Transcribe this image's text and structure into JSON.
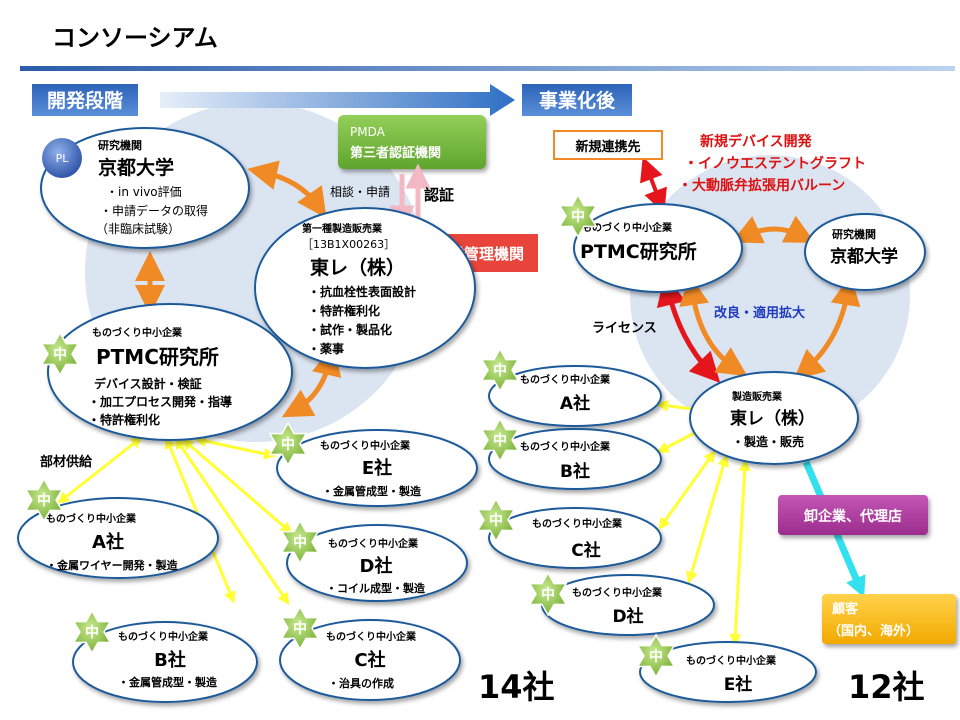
{
  "title": "コンソーシアム",
  "phases": {
    "dev": "開発段階",
    "post": "事業化後"
  },
  "pmda": {
    "line1": "PMDA",
    "line2": "第三者認証機関"
  },
  "labels": {
    "consult": "相談・申請",
    "certify": "認証",
    "mgmt": "事業管理機関",
    "materials": "部材供給",
    "license": "ライセンス",
    "improve": "改良・適用拡大",
    "new_partner": "新規連携先",
    "wholesale": "卸企業、代理店",
    "cust1": "顧客",
    "cust2": "（国内、海外）",
    "count_dev": "14社",
    "count_post": "12社",
    "badge": "中",
    "pl": "PL"
  },
  "new_device": {
    "title": "新規デバイス開発",
    "items": [
      "・イノウエステントグラフト",
      "・大動脈弁拡張用バルーン"
    ]
  },
  "nodes": {
    "kyoto_dev": {
      "cat": "研究機関",
      "name": "京都大学",
      "lines": [
        "・in vivo評価",
        "・申請データの取得",
        "（非臨床試験）"
      ]
    },
    "toray_dev": {
      "cat": "第一種製造販売業",
      "reg": "［13B1X00263］",
      "name": "東レ（株）",
      "lines": [
        "・抗血栓性表面設計",
        "・特許権利化",
        "・試作・製品化",
        "・薬事"
      ]
    },
    "ptmc_dev": {
      "cat": "ものづくり中小企業",
      "name": "PTMC研究所",
      "lines": [
        "デバイス設計・検証",
        "・加工プロセス開発・指導",
        "・特許権利化"
      ]
    },
    "e_dev": {
      "cat": "ものづくり中小企業",
      "name": "E社",
      "line": "・金属管成型・製造"
    },
    "a_dev": {
      "cat": "ものづくり中小企業",
      "name": "A社",
      "line": "・金属ワイヤー開発・製造"
    },
    "d_dev": {
      "cat": "ものづくり中小企業",
      "name": "D社",
      "line": "・コイル成型・製造"
    },
    "b_dev": {
      "cat": "ものづくり中小企業",
      "name": "B社",
      "line": "・金属管成型・製造"
    },
    "c_dev": {
      "cat": "ものづくり中小企業",
      "name": "C社",
      "line": "・治具の作成"
    },
    "ptmc_post": {
      "cat": "ものづくり中小企業",
      "name": "PTMC研究所"
    },
    "kyoto_post": {
      "cat": "研究機関",
      "name": "京都大学"
    },
    "toray_post": {
      "cat": "製造販売業",
      "name": "東レ（株）",
      "line": "・製造・販売"
    },
    "a_post": {
      "cat": "ものづくり中小企業",
      "name": "A社"
    },
    "b_post": {
      "cat": "ものづくり中小企業",
      "name": "B社"
    },
    "c_post": {
      "cat": "ものづくり中小企業",
      "name": "C社"
    },
    "d_post": {
      "cat": "ものづくり中小企業",
      "name": "D社"
    },
    "e_post": {
      "cat": "ものづくり中小企業",
      "name": "E社"
    }
  },
  "colors": {
    "orange": "#f08a24",
    "red": "#e5161b",
    "yellow": "#ffff33",
    "cyan": "#33e0ee",
    "blue_title": "#2e6fc4",
    "green": "#7fc041",
    "magenta": "#b540a6",
    "gold": "#f7b800",
    "pmda_red": "#f05a50",
    "star": "#8dc63f",
    "node_border": "#1f5a9a",
    "dark_red": "#d11"
  }
}
